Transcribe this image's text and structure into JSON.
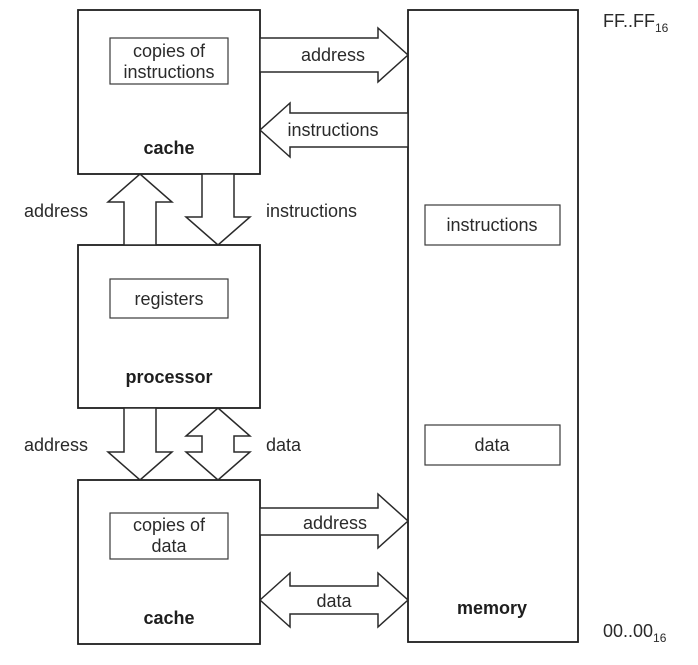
{
  "top_cache": {
    "inner_line1": "copies of",
    "inner_line2": "instructions",
    "title": "cache"
  },
  "processor": {
    "inner": "registers",
    "title": "processor"
  },
  "bottom_cache": {
    "inner_line1": "copies of",
    "inner_line2": "data",
    "title": "cache"
  },
  "memory": {
    "title": "memory",
    "instructions_box": "instructions",
    "data_box": "data",
    "top_address": "FF..FF",
    "top_address_sub": "16",
    "bottom_address": "00..00",
    "bottom_address_sub": "16"
  },
  "arrows": {
    "top_cache_to_memory": "address",
    "memory_to_top_cache": "instructions",
    "processor_to_top_cache": "address",
    "top_cache_to_processor": "instructions",
    "processor_to_bottom_cache": "address",
    "processor_bottom_cache_bidir": "data",
    "bottom_cache_to_memory": "address",
    "bottom_cache_memory_bidir": "data"
  }
}
